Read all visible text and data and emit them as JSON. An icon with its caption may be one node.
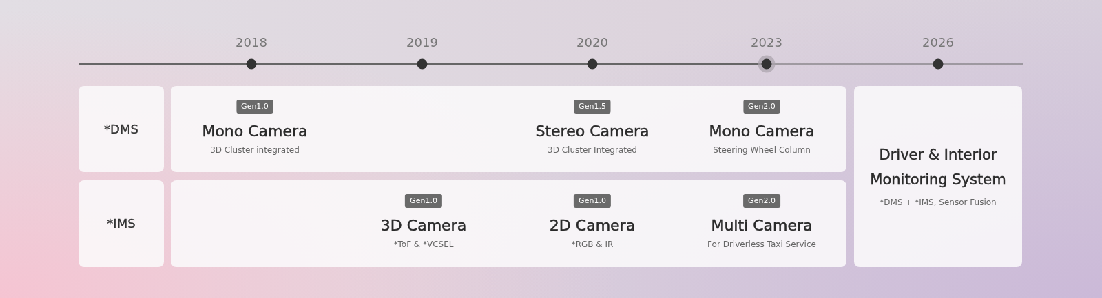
{
  "diagram": {
    "nodes": [
      {
        "text": [
          "*DMS"
        ]
      },
      {
        "text": [],
        "shape": "box"
      },
      {
        "text": [
          "Gen1.0"
        ],
        "in": 1,
        "beside": [
          "Mono Camera",
          "3D Cluster integrated"
        ]
      },
      {
        "text": [
          "Gen1.5"
        ],
        "in": 1,
        "beside": [
          "Stereo Camera",
          "3D Cluster Integrated"
        ]
      },
      {
        "text": [
          "Gen2.0"
        ],
        "in": 1,
        "beside": [
          "Mono Camera",
          "Steering Wheel Column"
        ]
      },
      {
        "text": [
          "*IMS"
        ]
      },
      {
        "text": [],
        "shape": "box"
      },
      {
        "text": [
          "Gen1.0"
        ],
        "in": 6,
        "beside": [
          "3D Camera",
          "*ToF & *VCSEL"
        ]
      },
      {
        "text": [
          "Gen1.0"
        ],
        "in": 6,
        "beside": [
          "2D Camera",
          "*RGB & IR"
        ]
      },
      {
        "text": [
          "Gen2.0"
        ],
        "in": 6,
        "beside": [
          "Multi Camera",
          "For Driverless Taxi Service"
        ]
      },
      {
        "text": [
          "Driver & Interior Monitoring System",
          "*DMS + *IMS, Sensor Fusion"
        ]
      }
    ],
    "labels": [
      "2018",
      "2019",
      "2020",
      "2023",
      "2026"
    ]
  }
}
